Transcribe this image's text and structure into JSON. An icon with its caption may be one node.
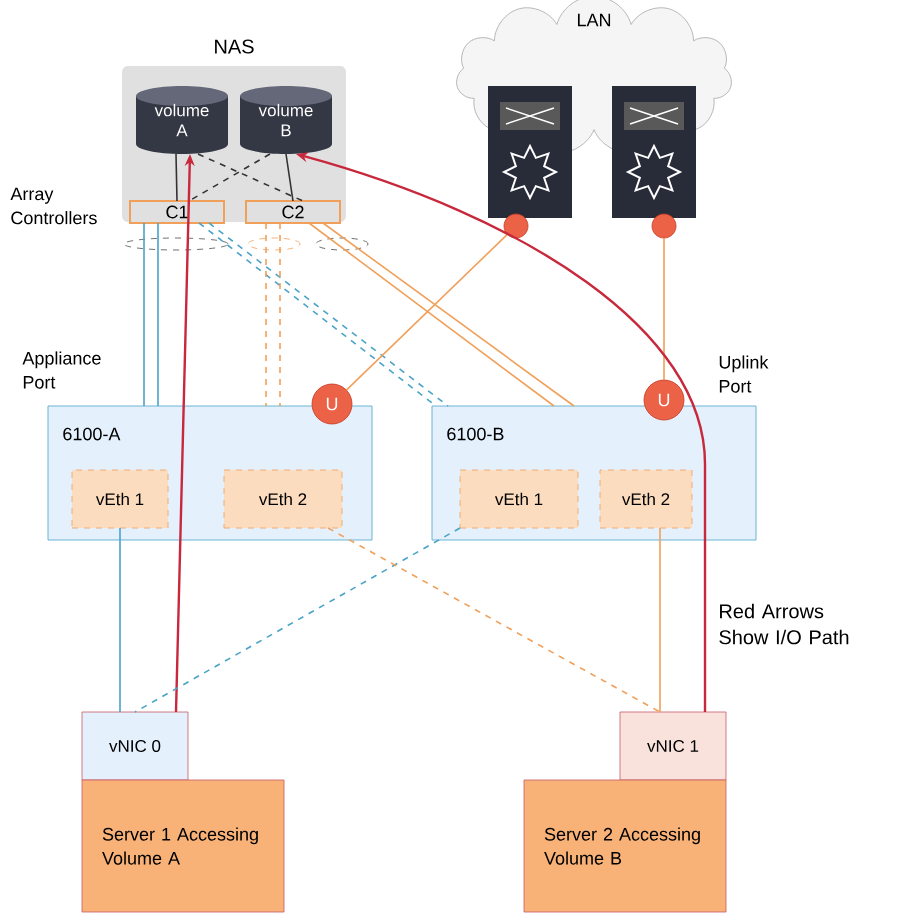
{
  "diagram": {
    "nodes": [
      {
        "text": [
          "NAS"
        ]
      },
      {
        "text": [
          "volume A"
        ],
        "in": 0
      },
      {
        "text": [
          "volume B"
        ],
        "in": 0
      },
      {
        "text": [
          "C1"
        ],
        "in": 0
      },
      {
        "text": [
          "C2"
        ],
        "in": 0
      },
      {
        "text": [
          "LAN"
        ]
      },
      {
        "text": [],
        "shape": "picture"
      },
      {
        "text": [],
        "shape": "picture"
      },
      {
        "text": [],
        "shape": "circle"
      },
      {
        "text": [],
        "shape": "circle"
      },
      {
        "text": [
          "6100-A"
        ]
      },
      {
        "text": [
          "vEth 1"
        ],
        "in": 10
      },
      {
        "text": [
          "vEth 2"
        ],
        "in": 10
      },
      {
        "text": [
          "U"
        ]
      },
      {
        "text": [
          "6100-B"
        ]
      },
      {
        "text": [
          "vEth 1"
        ],
        "in": 14
      },
      {
        "text": [
          "vEth 2"
        ],
        "in": 14
      },
      {
        "text": [
          "U"
        ]
      },
      {
        "text": [
          "vNIC 0"
        ]
      },
      {
        "text": [
          "Server 1 Accessing Volume A"
        ]
      },
      {
        "text": [
          "vNIC 1"
        ]
      },
      {
        "text": [
          "Server 2 Accessing Volume B"
        ]
      }
    ],
    "edges": [
      {
        "from": 3,
        "to": 1,
        "arrow": "none",
        "color": "#333333"
      },
      {
        "from": 4,
        "to": 2,
        "arrow": "none",
        "color": "#333333"
      },
      {
        "from": 1,
        "to": 4,
        "arrow": "none",
        "style": "dashed",
        "color": "#333333"
      },
      {
        "from": 2,
        "to": 3,
        "arrow": "none",
        "style": "dashed",
        "color": "#333333"
      },
      {
        "from": 3,
        "to": 10,
        "arrow": "none",
        "color": "#4aa3c8"
      },
      {
        "from": 3,
        "to": 10,
        "arrow": "none",
        "color": "#4aa3c8"
      },
      {
        "from": 3,
        "to": 14,
        "arrow": "none",
        "style": "dashed",
        "color": "#4aa3c8"
      },
      {
        "from": 3,
        "to": 14,
        "arrow": "none",
        "style": "dashed",
        "color": "#4aa3c8"
      },
      {
        "from": 4,
        "to": 10,
        "arrow": "none",
        "style": "dashed"
      },
      {
        "from": 4,
        "to": 10,
        "arrow": "none",
        "style": "dashed"
      },
      {
        "from": 4,
        "to": 14,
        "arrow": "none"
      },
      {
        "from": 4,
        "to": 14,
        "arrow": "none"
      },
      {
        "from": 8,
        "to": 13,
        "arrow": "none"
      },
      {
        "from": 9,
        "to": 17,
        "arrow": "none"
      },
      {
        "from": 18,
        "to": 1,
        "arrow": "to",
        "color": "#c8283c"
      },
      {
        "from": 20,
        "to": 2,
        "arrow": "to",
        "color": "#c8283c"
      },
      {
        "from": 11,
        "to": 18,
        "arrow": "none",
        "color": "#4aa3c8"
      },
      {
        "from": 15,
        "to": 18,
        "arrow": "none",
        "style": "dashed",
        "color": "#4aa3c8"
      },
      {
        "from": 12,
        "to": 20,
        "arrow": "none",
        "style": "dashed"
      },
      {
        "from": 16,
        "to": 20,
        "arrow": "none"
      }
    ],
    "labels": [
      "Array Controllers",
      "Appliance Port",
      "Uplink Port",
      "Red Arrows Show I/O Path"
    ]
  }
}
